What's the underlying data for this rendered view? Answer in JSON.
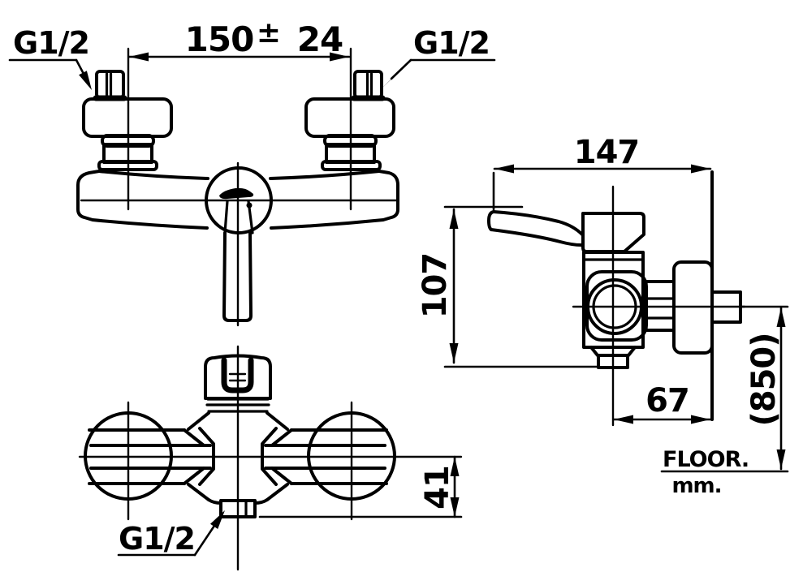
{
  "labels": {
    "inlet_left": "G1/2",
    "inlet_right": "G1/2",
    "outlet": "G1/2"
  },
  "dimensions": {
    "center_distance": {
      "value": "150",
      "plus_minus": "±",
      "tolerance": "24"
    },
    "overall_depth": "147",
    "body_height": "107",
    "outlet_to_wall": "67",
    "mounting_height": "(850)",
    "outlet_drop": "41"
  },
  "annotations": {
    "floor_label": "FLOOR.",
    "units_label": "mm."
  },
  "style": {
    "line_color": "#000000",
    "background_color": "#ffffff"
  }
}
